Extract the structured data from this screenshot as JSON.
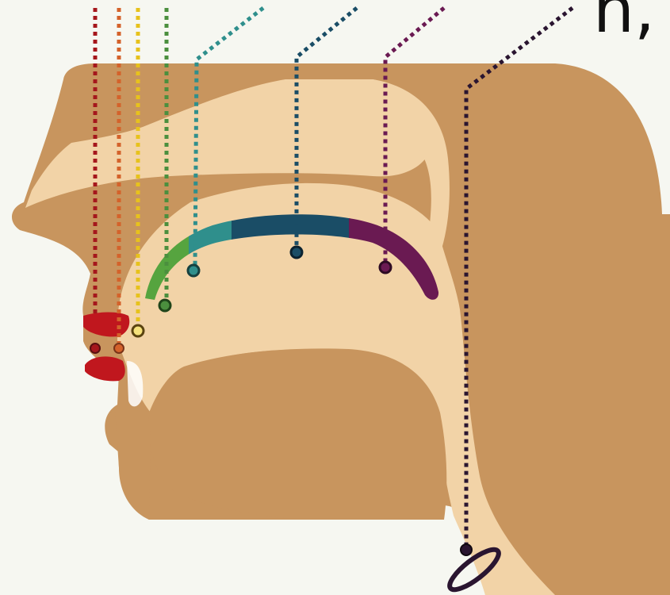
{
  "diagram": {
    "corner_text": "n,",
    "colors": {
      "background": "#f6f7f1",
      "skin": "#c8955e",
      "oral_cavity": "#f2d3a7",
      "lips": "#c0171e",
      "outline_dark": "#2a1530",
      "teal_dark": "#1a4d66",
      "teal_light": "#2f8f8c",
      "green": "#56a43f",
      "purple": "#6a1a52"
    },
    "places_of_articulation": [
      {
        "id": "bilabial",
        "color": "#a5171c",
        "shape": "lips"
      },
      {
        "id": "labiodental",
        "color": "#d4622b",
        "shape": "dot"
      },
      {
        "id": "dental",
        "color": "#e7c21c",
        "shape": "ring"
      },
      {
        "id": "alveolar",
        "color": "#4b8f3e",
        "shape": "ring"
      },
      {
        "id": "postalveolar",
        "color": "#2f8f8c",
        "shape": "ring"
      },
      {
        "id": "palatal",
        "color": "#1a4d66",
        "shape": "dot"
      },
      {
        "id": "velar",
        "color": "#6a1a52",
        "shape": "dot"
      },
      {
        "id": "glottal",
        "color": "#2a1530",
        "shape": "glottis"
      }
    ]
  }
}
